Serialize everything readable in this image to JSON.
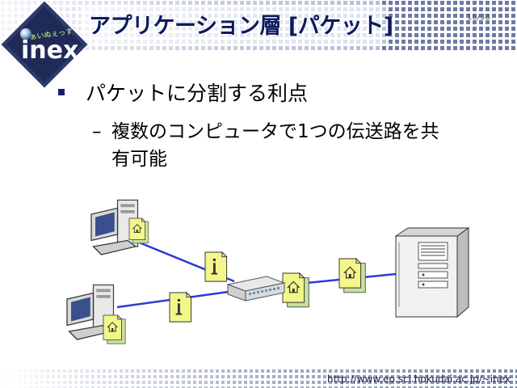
{
  "slide": {
    "title": "アプリケーション層 [パケット]",
    "page_number": "16/38",
    "logo_text": "inex",
    "logo_subtext": "ぁいぬぇっす",
    "bullet_main": "パケットに分割する利点",
    "bullet_sub_dash": "–",
    "bullet_sub_line1": "複数のコンピュータで1つの伝送路を共",
    "bullet_sub_line2": "有可能",
    "footer_url": "http://www.ep.sci.hokudai.ac.jp/~inex"
  },
  "colors": {
    "title": "#0b1a5e",
    "band_dark": "#1c2a5c",
    "link_line": "#2a3bd6",
    "packet_fill": "#f3f78a",
    "packet_stack": "#c8e29a"
  },
  "diagram": {
    "icons": [
      "computer-icon",
      "computer-icon",
      "hub-icon",
      "server-icon",
      "info-document-icon",
      "home-document-icon"
    ]
  }
}
